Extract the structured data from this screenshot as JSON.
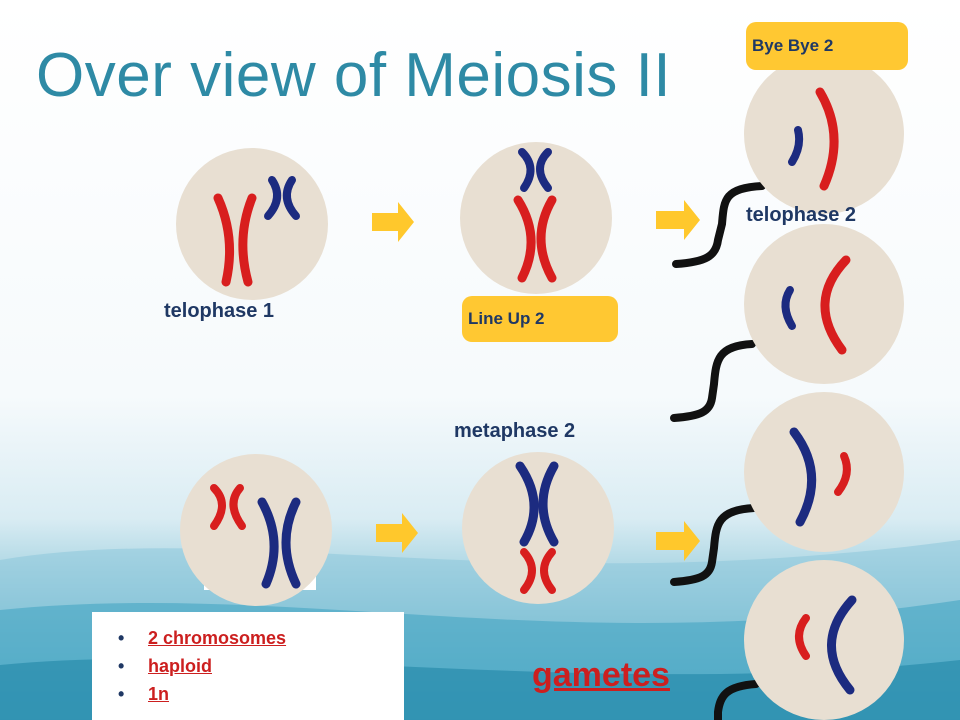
{
  "slide": {
    "title": "Over view of Meiosis II"
  },
  "labels": {
    "telophase_1": "telophase 1",
    "metaphase_2": "metaphase 2",
    "telophase_2": "telophase 2",
    "gametes": "gametes"
  },
  "badges": {
    "line_up": "Line Up 2",
    "bye_bye": "Bye Bye 2"
  },
  "summary_list": [
    "2 chromosomes",
    "haploid",
    "1n"
  ],
  "colors": {
    "title": "#2e8aa5",
    "cell": "#e8dfd2",
    "red_chromosome": "#d81e1e",
    "blue_chromosome": "#1c2b80",
    "arrow": "#ffc82c",
    "badge": "#ffc832",
    "label": "#1f3864",
    "highlight_text": "#cc1f1f"
  },
  "icons": [
    "right-arrow-icon",
    "bracket-icon"
  ]
}
